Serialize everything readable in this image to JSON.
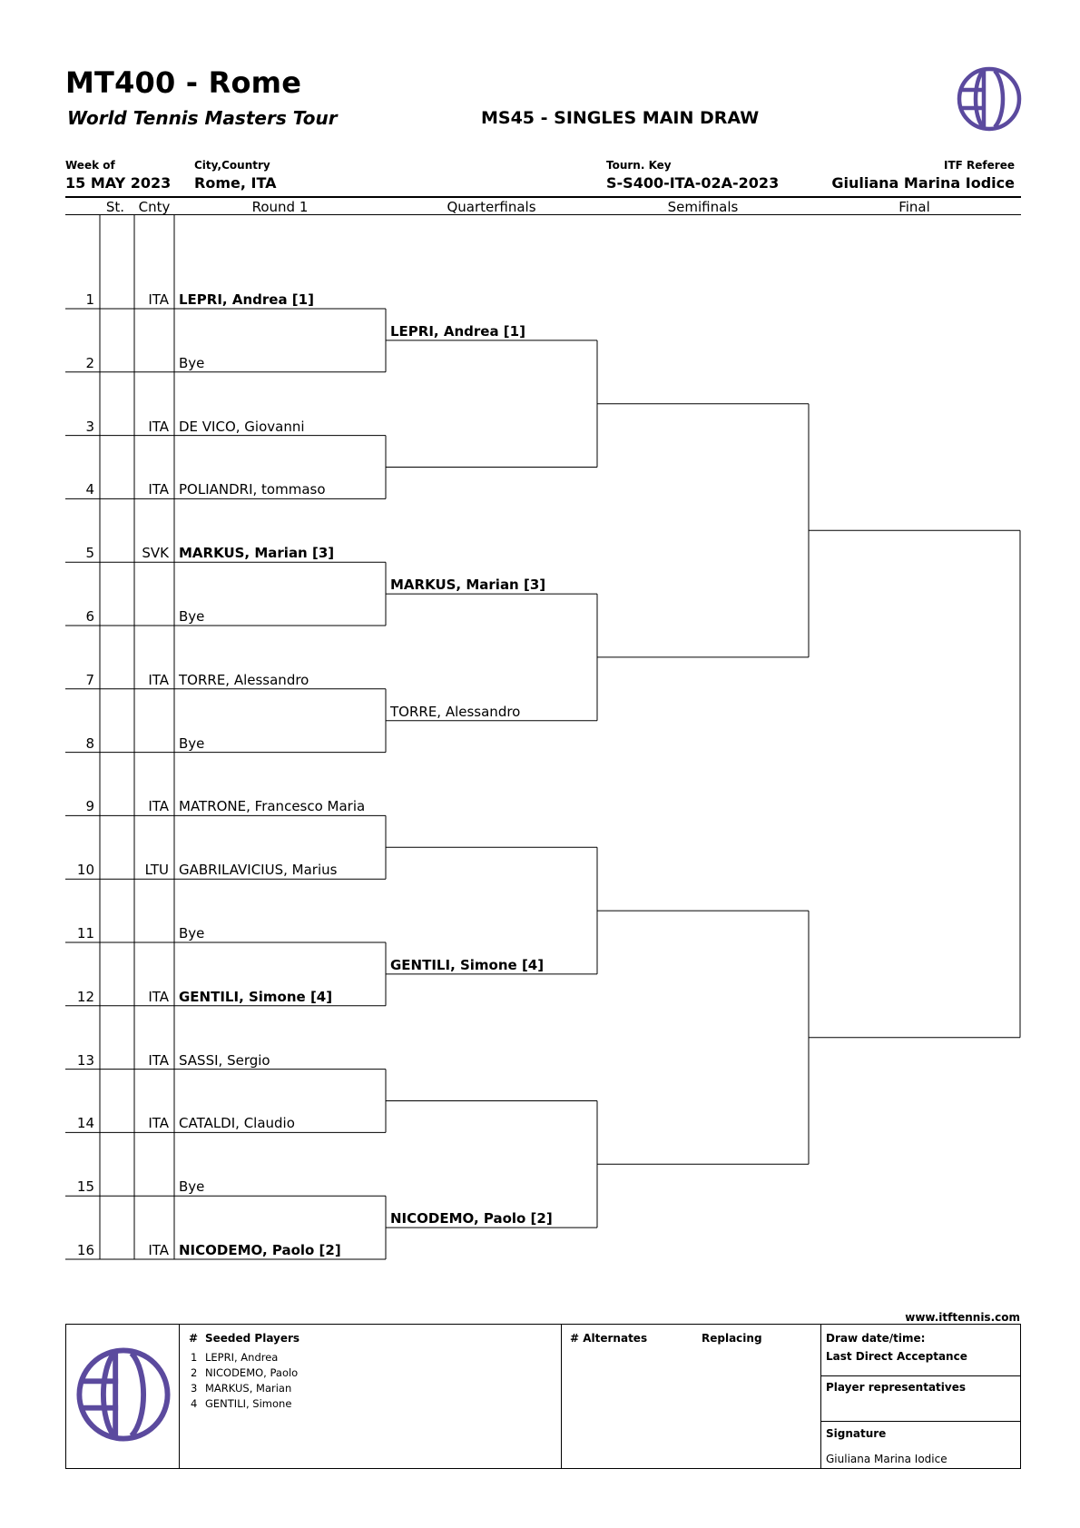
{
  "header": {
    "title": "MT400 - Rome",
    "subtitle": "World Tennis Masters Tour",
    "draw_title": "MS45 - SINGLES MAIN DRAW",
    "week_label": "Week of",
    "week_value": "15 MAY 2023",
    "city_label": "City,Country",
    "city_value": "Rome, ITA",
    "key_label": "Tourn. Key",
    "key_value": "S-S400-ITA-02A-2023",
    "referee_label": "ITF Referee",
    "referee_value": "Giuliana Marina Iodice"
  },
  "columns": {
    "st": "St.",
    "cnty": "Cnty",
    "round1": "Round 1",
    "quarterfinals": "Quarterfinals",
    "semifinals": "Semifinals",
    "final": "Final"
  },
  "entries": [
    {
      "num": "1",
      "cnty": "ITA",
      "name": "LEPRI, Andrea [1]",
      "seed": true
    },
    {
      "num": "2",
      "cnty": "",
      "name": "Bye",
      "seed": false
    },
    {
      "num": "3",
      "cnty": "ITA",
      "name": "DE VICO, Giovanni",
      "seed": false
    },
    {
      "num": "4",
      "cnty": "ITA",
      "name": "POLIANDRI, tommaso",
      "seed": false
    },
    {
      "num": "5",
      "cnty": "SVK",
      "name": "MARKUS, Marian [3]",
      "seed": true
    },
    {
      "num": "6",
      "cnty": "",
      "name": "Bye",
      "seed": false
    },
    {
      "num": "7",
      "cnty": "ITA",
      "name": "TORRE, Alessandro",
      "seed": false
    },
    {
      "num": "8",
      "cnty": "",
      "name": "Bye",
      "seed": false
    },
    {
      "num": "9",
      "cnty": "ITA",
      "name": "MATRONE, Francesco Maria",
      "seed": false
    },
    {
      "num": "10",
      "cnty": "LTU",
      "name": "GABRILAVICIUS, Marius",
      "seed": false
    },
    {
      "num": "11",
      "cnty": "",
      "name": "Bye",
      "seed": false
    },
    {
      "num": "12",
      "cnty": "ITA",
      "name": "GENTILI, Simone [4]",
      "seed": true
    },
    {
      "num": "13",
      "cnty": "ITA",
      "name": "SASSI, Sergio",
      "seed": false
    },
    {
      "num": "14",
      "cnty": "ITA",
      "name": "CATALDI, Claudio",
      "seed": false
    },
    {
      "num": "15",
      "cnty": "",
      "name": "Bye",
      "seed": false
    },
    {
      "num": "16",
      "cnty": "ITA",
      "name": "NICODEMO, Paolo [2]",
      "seed": true
    }
  ],
  "quarterfinals": [
    {
      "name": "LEPRI, Andrea [1]",
      "seed": true
    },
    {
      "name": "",
      "seed": false
    },
    {
      "name": "MARKUS, Marian [3]",
      "seed": true
    },
    {
      "name": "TORRE, Alessandro",
      "seed": false
    },
    {
      "name": "",
      "seed": false
    },
    {
      "name": "GENTILI, Simone [4]",
      "seed": true
    },
    {
      "name": "",
      "seed": false
    },
    {
      "name": "NICODEMO, Paolo [2]",
      "seed": true
    }
  ],
  "footer": {
    "url": "www.itftennis.com",
    "seeded_hash": "#",
    "seeded_title": "Seeded Players",
    "seeded": [
      {
        "num": "1",
        "name": "LEPRI, Andrea"
      },
      {
        "num": "2",
        "name": "NICODEMO, Paolo"
      },
      {
        "num": "3",
        "name": "MARKUS, Marian"
      },
      {
        "num": "4",
        "name": "GENTILI, Simone"
      }
    ],
    "alternates_title": "# Alternates",
    "replacing_title": "Replacing",
    "draw_date_label": "Draw date/time:",
    "last_da_label": "Last Direct Acceptance",
    "player_reps_label": "Player representatives",
    "signature_label": "Signature",
    "signature_name": "Giuliana Marina Iodice"
  },
  "colors": {
    "logo": "#5b4a9e",
    "lines": "#000000"
  },
  "icons": {
    "logo": "itf-globe-ball-logo"
  }
}
